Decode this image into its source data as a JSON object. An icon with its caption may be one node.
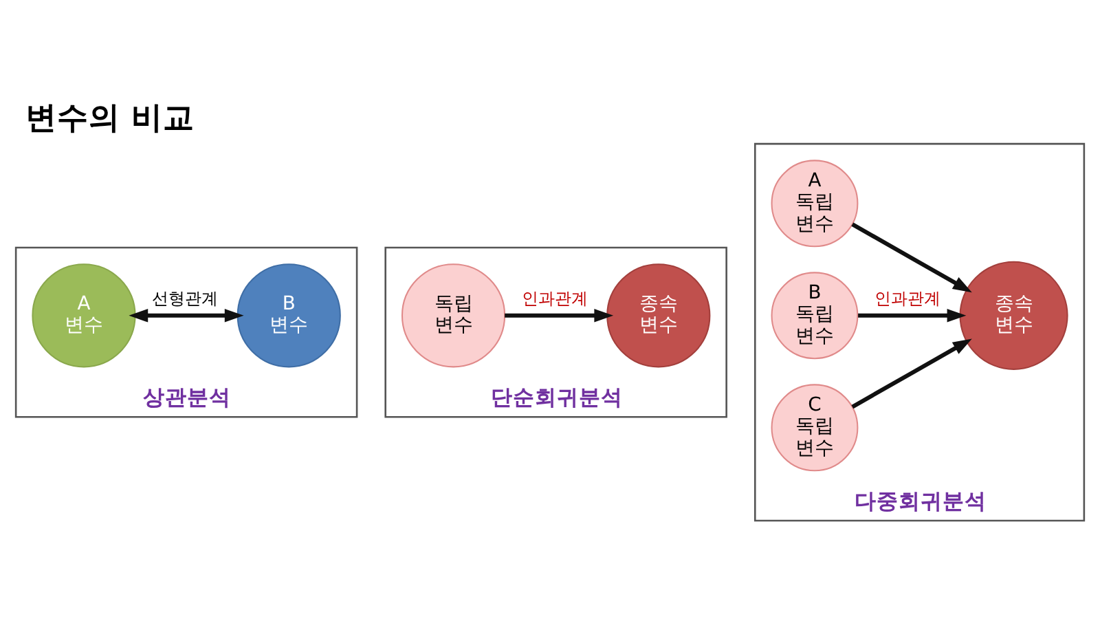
{
  "diagram": {
    "title": "변수의 비교",
    "nodes": [
      {
        "text": [
          "상관분석"
        ]
      },
      {
        "text": [
          "A 변수"
        ],
        "in": 0
      },
      {
        "text": [
          "B 변수"
        ],
        "in": 0
      },
      {
        "text": [
          "단순회귀분석"
        ]
      },
      {
        "text": [
          "독립 변수"
        ],
        "in": 3
      },
      {
        "text": [
          "종속 변수"
        ],
        "in": 3
      },
      {
        "text": [
          "다중회귀분석"
        ]
      },
      {
        "text": [
          "A 독립 변수"
        ],
        "in": 6
      },
      {
        "text": [
          "B 독립 변수"
        ],
        "in": 6
      },
      {
        "text": [
          "C 독립 변수"
        ],
        "in": 6
      },
      {
        "text": [
          "종속 변수"
        ],
        "in": 6
      }
    ],
    "edges": [
      {
        "from": 1,
        "to": 2,
        "arrow": "both",
        "label": "선형관계"
      },
      {
        "from": 4,
        "to": 5,
        "arrow": "to",
        "label": "인과관계"
      },
      {
        "from": 7,
        "to": 10,
        "arrow": "to"
      },
      {
        "from": 8,
        "to": 10,
        "arrow": "to",
        "label": "인과관계"
      },
      {
        "from": 9,
        "to": 10,
        "arrow": "to"
      }
    ]
  }
}
